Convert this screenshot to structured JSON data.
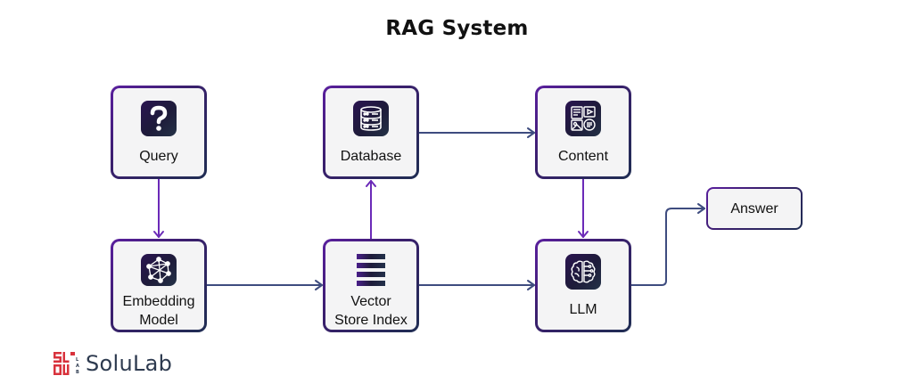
{
  "title": "RAG System",
  "colors": {
    "flow_arrow": "#3e4c7f",
    "vertical_arrow": "#6b2ab8",
    "node_fill": "#f4f4f5",
    "node_border_start": "#5a1f9e",
    "node_border_end": "#1f2d52",
    "logo_red": "#d8323c",
    "logo_text": "#2d3a4f"
  },
  "nodes": {
    "query": {
      "label": "Query",
      "icon": "question-icon"
    },
    "database": {
      "label": "Database",
      "icon": "database-icon"
    },
    "content": {
      "label": "Content",
      "icon": "content-media-icon"
    },
    "embedding": {
      "label_line1": "Embedding",
      "label_line2": "Model",
      "icon": "network-graph-icon"
    },
    "vector": {
      "label_line1": "Vector",
      "label_line2": "Store Index",
      "icon": "stacked-bars-icon"
    },
    "llm": {
      "label": "LLM",
      "icon": "brain-icon"
    },
    "answer": {
      "label": "Answer"
    }
  },
  "edges": [
    {
      "from": "Query",
      "to": "Embedding Model"
    },
    {
      "from": "Embedding Model",
      "to": "Vector Store Index"
    },
    {
      "from": "Vector Store Index",
      "to": "Database"
    },
    {
      "from": "Database",
      "to": "Content"
    },
    {
      "from": "Content",
      "to": "LLM"
    },
    {
      "from": "Vector Store Index",
      "to": "LLM"
    },
    {
      "from": "LLM",
      "to": "Answer"
    }
  ],
  "logo": {
    "text": "SoluLab",
    "mark_letters": [
      "S",
      "L",
      "O",
      "U",
      "L",
      "A",
      "B"
    ]
  }
}
